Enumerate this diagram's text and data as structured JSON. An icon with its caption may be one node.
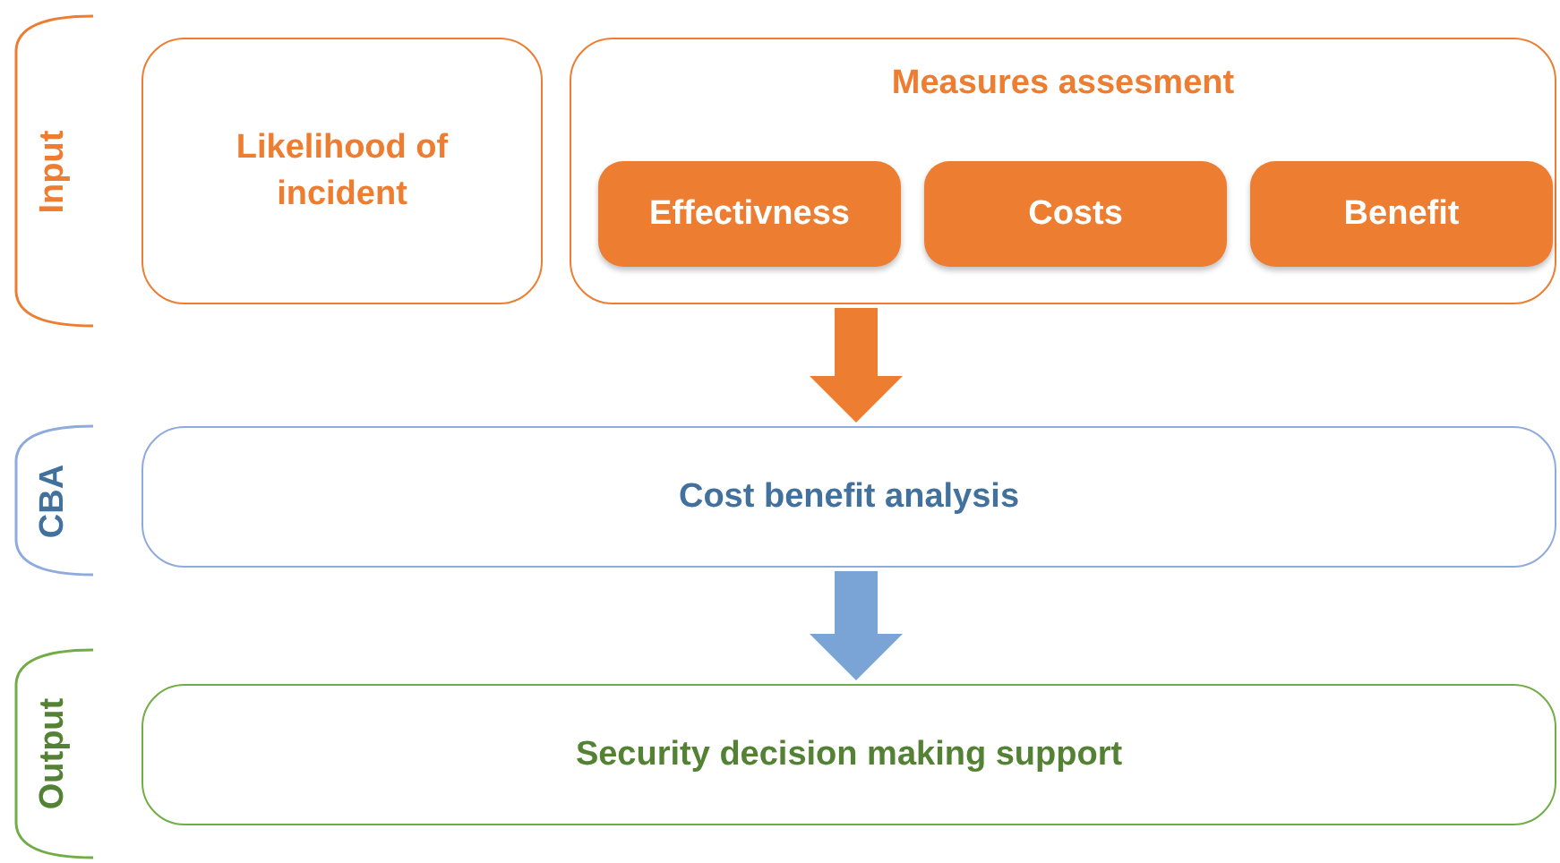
{
  "diagram": {
    "nodes": [
      {
        "text": [
          "Input"
        ]
      },
      {
        "text": [
          "Likelihood of incident"
        ]
      },
      {
        "text": [
          "Measures assesment"
        ]
      },
      {
        "text": [
          "Effectivness"
        ],
        "in": 2
      },
      {
        "text": [
          "Costs"
        ],
        "in": 2
      },
      {
        "text": [
          "Benefit"
        ],
        "in": 2
      },
      {
        "text": [
          "CBA"
        ]
      },
      {
        "text": [
          "Cost benefit analysis"
        ]
      },
      {
        "text": [
          "Output"
        ]
      },
      {
        "text": [
          "Security decision making support"
        ]
      }
    ],
    "edges": [
      {
        "from": 2,
        "to": 7,
        "arrow": "to",
        "color": "#ed7d31"
      },
      {
        "from": 7,
        "to": 9,
        "arrow": "to",
        "color": "#7aa3d6"
      }
    ]
  }
}
